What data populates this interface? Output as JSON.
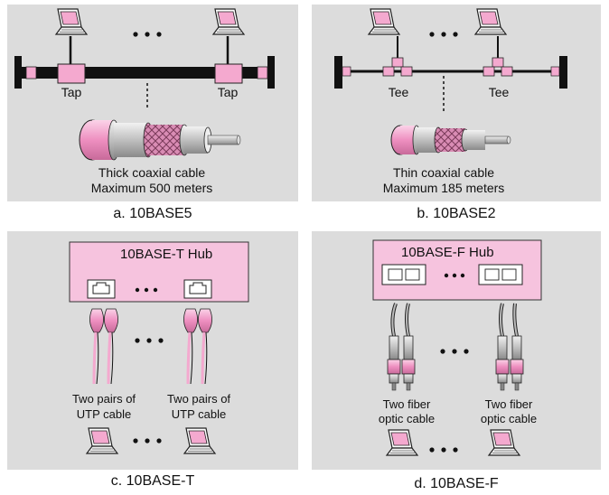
{
  "panels": {
    "a": {
      "caption": "a. 10BASE5",
      "tap_left": "Tap",
      "tap_right": "Tap",
      "cable_line1": "Thick coaxial cable",
      "cable_line2": "Maximum 500 meters"
    },
    "b": {
      "caption": "b. 10BASE2",
      "tee_left": "Tee",
      "tee_right": "Tee",
      "cable_line1": "Thin coaxial cable",
      "cable_line2": "Maximum  185 meters"
    },
    "c": {
      "caption": "c. 10BASE-T",
      "hub_title": "10BASE-T Hub",
      "cable_left_line1": "Two pairs of",
      "cable_left_line2": "UTP cable",
      "cable_right_line1": "Two pairs of",
      "cable_right_line2": "UTP cable"
    },
    "d": {
      "caption": "d. 10BASE-F",
      "hub_title": "10BASE-F  Hub",
      "cable_left_line1": "Two fiber",
      "cable_left_line2": "optic cable",
      "cable_right_line1": "Two fiber",
      "cable_right_line2": "optic cable"
    }
  },
  "colors": {
    "panel": "#dcdcdc",
    "pink": "#f4a9cf",
    "hub_pink": "#f6c3de",
    "cable": "#111111"
  }
}
